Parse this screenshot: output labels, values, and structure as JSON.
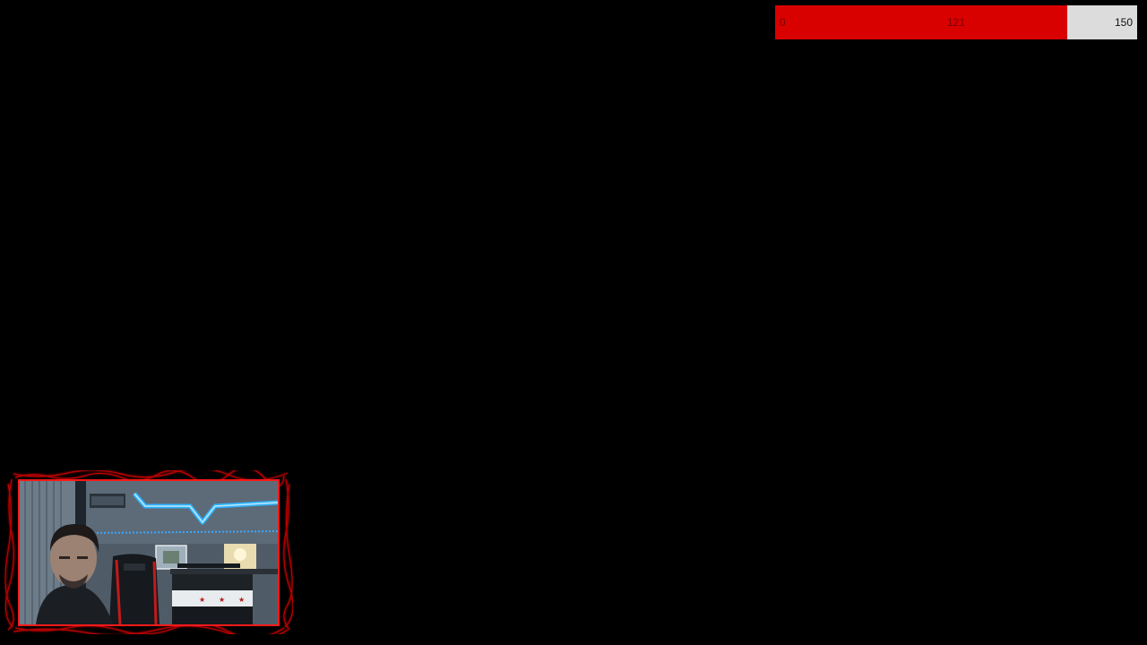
{
  "overlay": {
    "goal": {
      "min_label": "0",
      "current_label": "121",
      "max_label": "150",
      "progress_fraction": 0.8067,
      "fill_color": "#d90000",
      "track_color": "#dcdcdc"
    },
    "webcam": {
      "frame_color": "#ff1a1a",
      "frame_icon": "flame-border"
    }
  }
}
